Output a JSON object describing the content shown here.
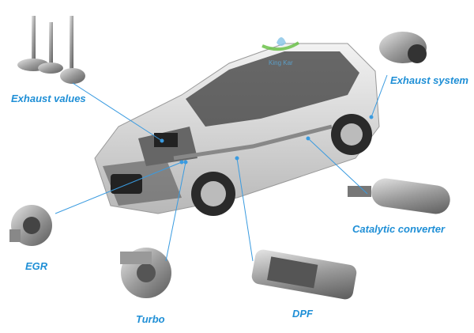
{
  "logo": {
    "text": "King Kar",
    "colors": {
      "drop": "#8cc7e8",
      "swoosh": "#6cc24a"
    }
  },
  "accent_color": "#1f8fd6",
  "labels": {
    "exhaust_valves": "Exhaust values",
    "exhaust_system": "Exhaust system",
    "catalytic_converter": "Catalytic converter",
    "egr": "EGR",
    "turbo": "Turbo",
    "dpf": "DPF"
  }
}
